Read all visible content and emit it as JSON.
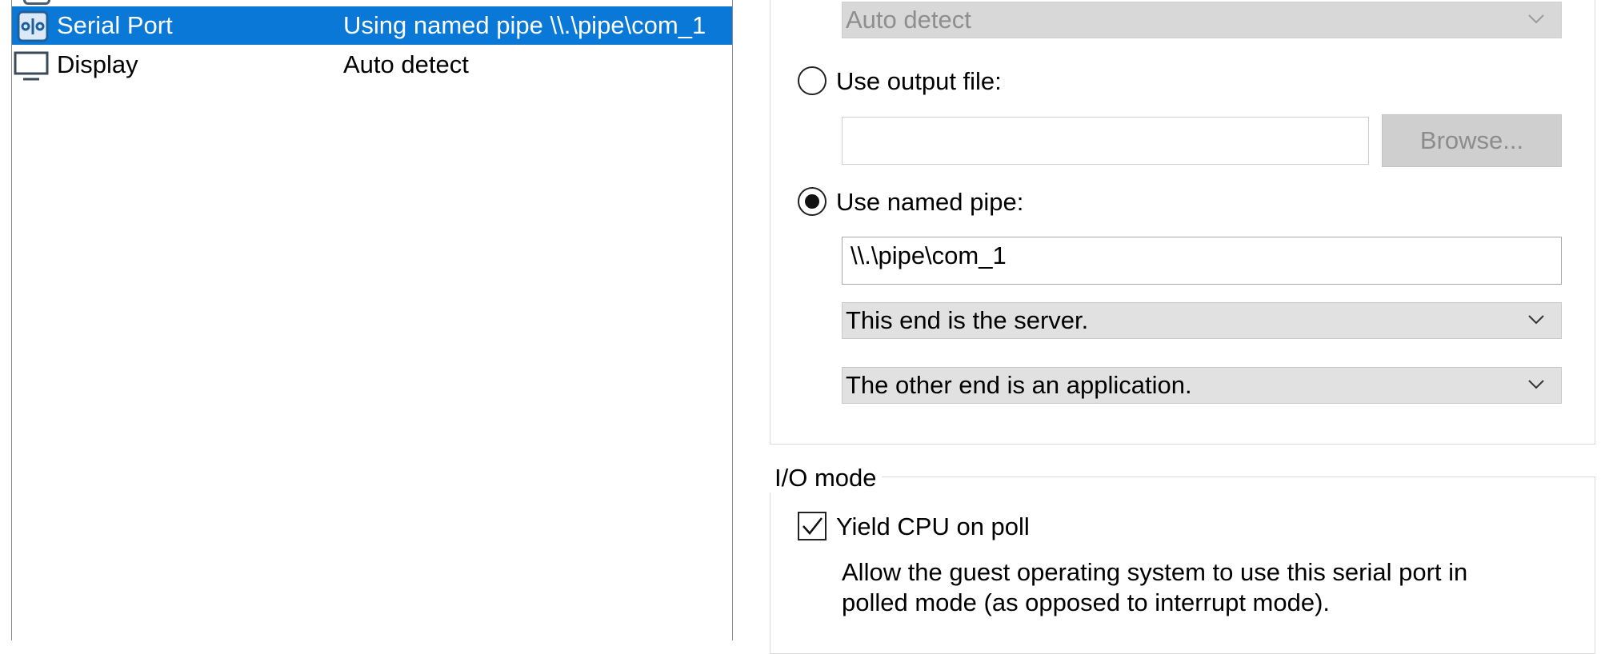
{
  "devices": [
    {
      "name": "Serial Port",
      "summary": "Using named pipe \\\\.\\pipe\\com_1",
      "icon": "serial-port-icon",
      "selected": true
    },
    {
      "name": "Display",
      "summary": "Auto detect",
      "icon": "monitor-icon",
      "selected": false
    }
  ],
  "connection": {
    "auto_detect_value": "Auto detect",
    "output_file_label": "Use output file:",
    "output_file_value": "",
    "browse_label": "Browse...",
    "named_pipe_label": "Use named pipe:",
    "named_pipe_value": "\\\\.\\pipe\\com_1",
    "server_option": "This end is the server.",
    "other_end_option": "The other end is an application."
  },
  "io_mode": {
    "title": "I/O mode",
    "yield_label": "Yield CPU on poll",
    "yield_checked": true,
    "description_line1": "Allow the guest operating system to use this serial port in",
    "description_line2": "polled mode (as opposed to interrupt mode)."
  },
  "colors": {
    "selection": "#0a78d7",
    "combo_bg": "#e1e1e1",
    "disabled_text": "#8e8e8e"
  }
}
